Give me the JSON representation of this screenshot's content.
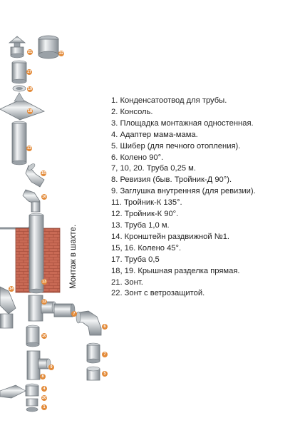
{
  "legend": {
    "items": [
      "1. Конденсатоотвод для трубы.",
      "2. Консоль.",
      "3. Площадка монтажная одностенная.",
      "4. Адаптер мама-мама.",
      "5. Шибер (для печного отопления).",
      "6. Колено 90°.",
      "7, 10, 20. Труба 0,25 м.",
      "8. Ревизия (быв. Тройник-Д 90°).",
      "9. Заглушка внутренняя (для ревизии).",
      "11. Тройник-К 135°.",
      "12. Тройник-К 90°.",
      "13. Труба 1,0 м.",
      "14. Кронштейн раздвижной №1.",
      "15, 16. Колено 45°.",
      "17. Труба 0,5",
      "18, 19. Крышная разделка прямая.",
      "21. Зонт.",
      "22. Зонт с ветрозащитой."
    ]
  },
  "side_label": "Монтаж в шахте.",
  "colors": {
    "badge": "#e38b3a",
    "steel_dark": "#8d949a",
    "steel_light": "#eef0f2",
    "brick": "#c96a55"
  }
}
